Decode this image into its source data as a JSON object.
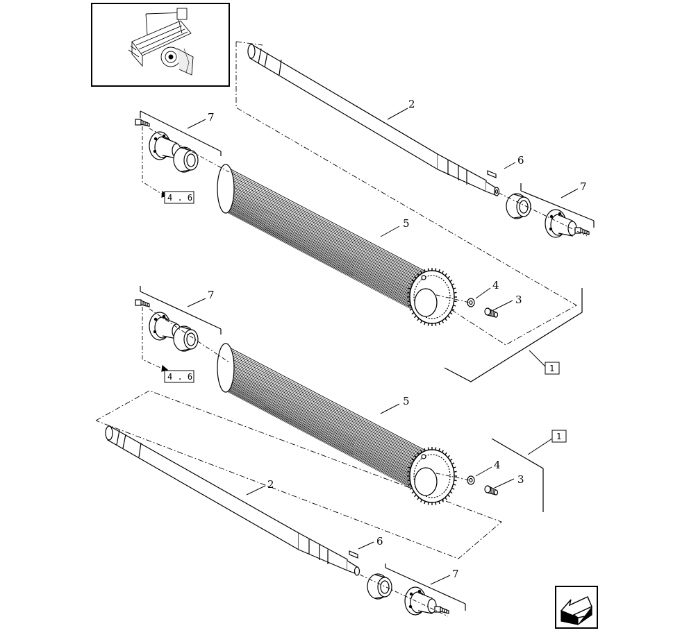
{
  "diagram": {
    "callouts": {
      "upper_shaft": "2",
      "upper_key": "6",
      "upper_left_flange": "7",
      "upper_right_flange": "7",
      "upper_roller": "5",
      "upper_washer": "4",
      "upper_bolt": "3",
      "lower_left_flange": "7",
      "lower_roller": "5",
      "lower_washer": "4",
      "lower_bolt": "3",
      "lower_shaft": "2",
      "lower_key": "6",
      "lower_right_flange": "7"
    },
    "refs": {
      "upper_left_ref": "4 . 6",
      "lower_left_ref": "4 . 6",
      "upper_group": "1",
      "lower_group": "1"
    },
    "icons": {
      "thumbnail": "machine-overview-thumbnail",
      "nav": "previous-page-arrow-icon"
    }
  }
}
